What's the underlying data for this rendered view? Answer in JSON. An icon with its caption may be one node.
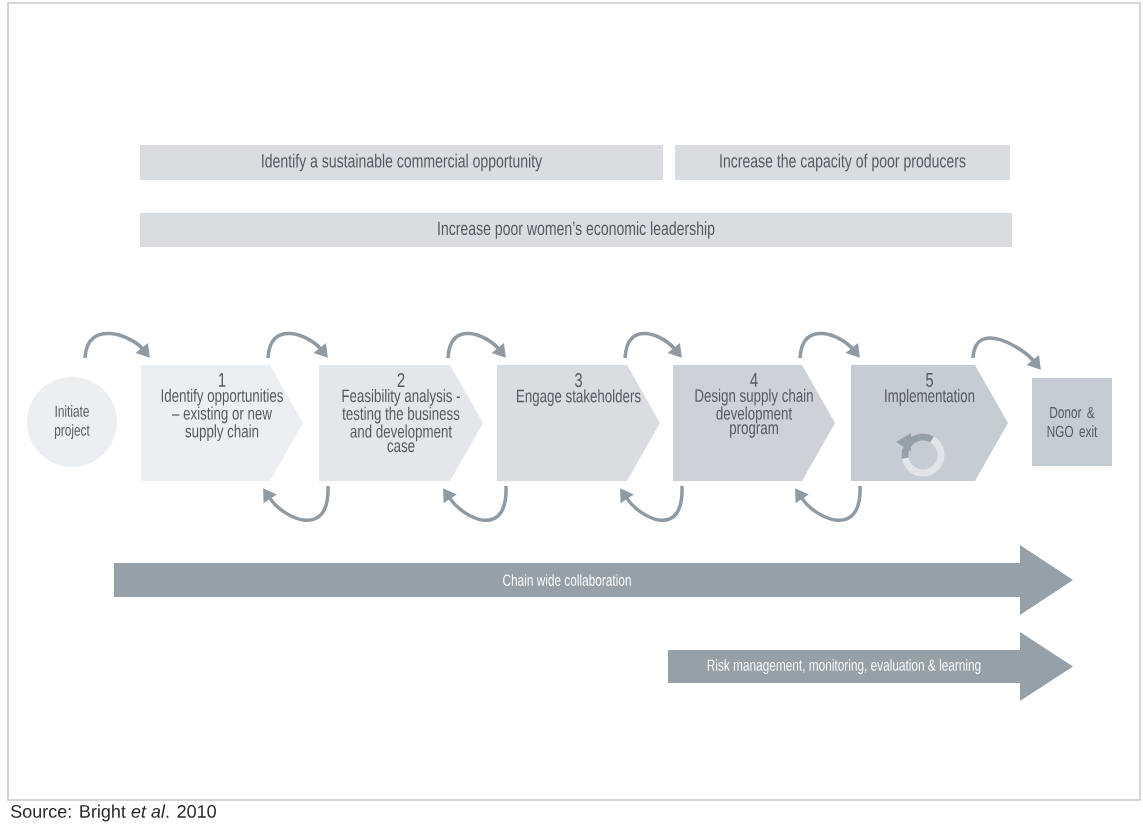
{
  "diagram": {
    "caption": "Source: Bright *et al*. 2010",
    "nodes": [
      {
        "text": [
          "Identify a sustainable commercial opportunity"
        ]
      },
      {
        "text": [
          "Increase the capacity of poor producers"
        ]
      },
      {
        "text": [
          "Increase poor women’s economic leadership"
        ]
      },
      {
        "text": [
          "Initiate project"
        ]
      },
      {
        "text": [
          "1",
          "Identify opportunities – existing or new supply chain"
        ]
      },
      {
        "text": [
          "2",
          "Feasibility analysis - testing the business and development case"
        ]
      },
      {
        "text": [
          "3",
          "Engage stakeholders"
        ]
      },
      {
        "text": [
          "4",
          "Design supply chain development program"
        ]
      },
      {
        "text": [
          "5",
          "Implementation"
        ]
      },
      {
        "text": [
          "Donor & NGO exit"
        ]
      },
      {
        "text": [
          "Chain wide collaboration"
        ]
      },
      {
        "text": [
          "Risk management, monitoring, evaluation & learning"
        ]
      }
    ],
    "edges": [
      {
        "from": 3,
        "to": 4,
        "arrow": "to"
      },
      {
        "from": 4,
        "to": 5,
        "arrow": "to"
      },
      {
        "from": 5,
        "to": 6,
        "arrow": "to"
      },
      {
        "from": 6,
        "to": 7,
        "arrow": "to"
      },
      {
        "from": 7,
        "to": 8,
        "arrow": "to"
      },
      {
        "from": 8,
        "to": 9,
        "arrow": "to"
      },
      {
        "from": 5,
        "to": 4,
        "arrow": "to"
      },
      {
        "from": 6,
        "to": 5,
        "arrow": "to"
      },
      {
        "from": 7,
        "to": 6,
        "arrow": "to"
      },
      {
        "from": 8,
        "to": 7,
        "arrow": "to"
      }
    ]
  }
}
